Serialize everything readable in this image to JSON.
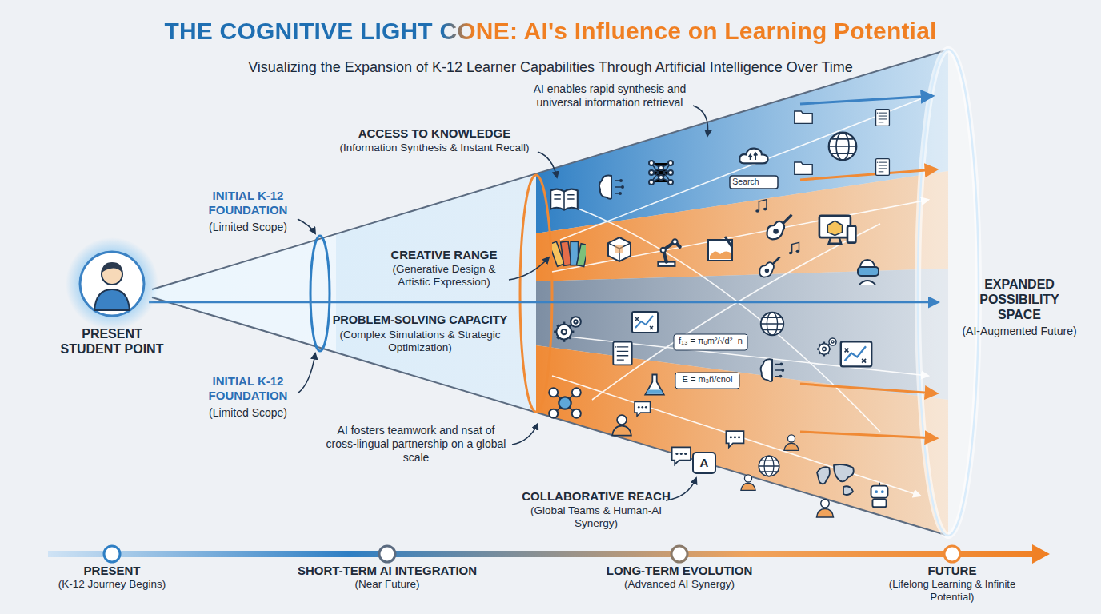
{
  "diagram": {
    "title": "THE COGNITIVE LIGHT CONE: AI's Influence on Learning Potential",
    "caption": "Visualizing the Expansion of K-12 Learner Capabilities Through Artificial Intelligence Over Time",
    "nodes": [
      {
        "text": [
          "PRESENT STUDENT POINT"
        ]
      },
      {
        "text": [
          "PRESENT",
          "(K-12 Journey Begins)"
        ]
      },
      {
        "text": [
          "SHORT-TERM AI INTEGRATION",
          "(Near Future)"
        ]
      },
      {
        "text": [
          "LONG-TERM EVOLUTION",
          "(Advanced AI Synergy)"
        ]
      },
      {
        "text": [
          "FUTURE",
          "(Lifelong Learning & Infinite Potential)"
        ]
      }
    ],
    "labels": [
      "INITIAL K-12 FOUNDATION",
      "(Limited Scope)",
      "INITIAL K-12 FOUNDATION",
      "(Limited Scope)",
      "ACCESS TO KNOWLEDGE",
      "(Information Synthesis & Instant Recall)",
      "AI enables rapid synthesis and universal information retrieval",
      "CREATIVE RANGE",
      "(Generative Design & Artistic Expression)",
      "PROBLEM-SOLVING CAPACITY",
      "(Complex Simulations & Strategic Optimization)",
      "AI fosters teamwork and nsat of cross-lingual partnership on a global scale",
      "COLLABORATIVE REACH",
      "(Global Teams & Human-AI Synergy)",
      "EXPANDED POSSIBILITY SPACE",
      "(AI-Augmented Future)",
      "Search",
      "A",
      "f₁₃ = πₒm²/√d²−n",
      "E = m₃ñ/cnol"
    ]
  }
}
